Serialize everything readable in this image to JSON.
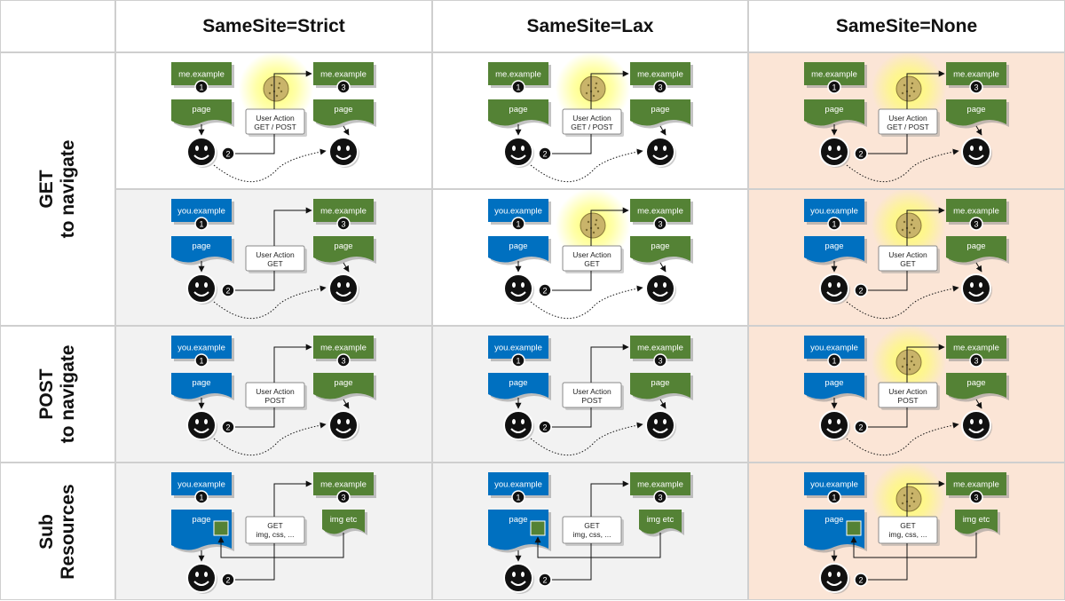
{
  "columns": [
    {
      "label": "SameSite=Strict",
      "id": "strict"
    },
    {
      "label": "SameSite=Lax",
      "id": "lax"
    },
    {
      "label": "SameSite=None",
      "id": "none"
    }
  ],
  "rows": [
    {
      "line1": "GET",
      "line2": "to navigate",
      "id": "get-same-site"
    },
    {
      "line1": "",
      "line2": "",
      "id": "get-cross-site"
    },
    {
      "line1": "POST",
      "line2": "to navigate",
      "id": "post-cross-site"
    },
    {
      "line1": "Sub",
      "line2": "Resources",
      "id": "sub-resources"
    }
  ],
  "colors": {
    "me_site": "#548235",
    "you_site": "#0070c0",
    "cell_white": "#ffffff",
    "cell_grey": "#f2f2f2",
    "cell_none": "#fbe5d6",
    "cookie": "#c9b46a",
    "glow": "#ffff66"
  },
  "cells": [
    [
      {
        "origin": "me.example",
        "target": "me.example",
        "action": [
          "User Action",
          "GET / POST"
        ],
        "cookie": true,
        "bg": "cell_white"
      },
      {
        "origin": "me.example",
        "target": "me.example",
        "action": [
          "User Action",
          "GET / POST"
        ],
        "cookie": true,
        "bg": "cell_white"
      },
      {
        "origin": "me.example",
        "target": "me.example",
        "action": [
          "User Action",
          "GET / POST"
        ],
        "cookie": true,
        "bg": "cell_none"
      }
    ],
    [
      {
        "origin": "you.example",
        "target": "me.example",
        "action": [
          "User Action",
          "GET"
        ],
        "cookie": false,
        "bg": "cell_grey"
      },
      {
        "origin": "you.example",
        "target": "me.example",
        "action": [
          "User Action",
          "GET"
        ],
        "cookie": true,
        "bg": "cell_white"
      },
      {
        "origin": "you.example",
        "target": "me.example",
        "action": [
          "User Action",
          "GET"
        ],
        "cookie": true,
        "bg": "cell_none"
      }
    ],
    [
      {
        "origin": "you.example",
        "target": "me.example",
        "action": [
          "User Action",
          "POST"
        ],
        "cookie": false,
        "bg": "cell_grey"
      },
      {
        "origin": "you.example",
        "target": "me.example",
        "action": [
          "User Action",
          "POST"
        ],
        "cookie": false,
        "bg": "cell_grey"
      },
      {
        "origin": "you.example",
        "target": "me.example",
        "action": [
          "User Action",
          "POST"
        ],
        "cookie": true,
        "bg": "cell_none"
      }
    ],
    [
      {
        "origin": "you.example",
        "target": "me.example",
        "action": [
          "GET",
          "img, css, ..."
        ],
        "cookie": false,
        "bg": "cell_grey",
        "sub": true
      },
      {
        "origin": "you.example",
        "target": "me.example",
        "action": [
          "GET",
          "img, css, ..."
        ],
        "cookie": false,
        "bg": "cell_grey",
        "sub": true
      },
      {
        "origin": "you.example",
        "target": "me.example",
        "action": [
          "GET",
          "img, css, ..."
        ],
        "cookie": true,
        "bg": "cell_none",
        "sub": true
      }
    ]
  ],
  "labels": {
    "page": "page",
    "sub_target": "img etc",
    "step1": "1",
    "step2": "2",
    "step3": "3"
  }
}
